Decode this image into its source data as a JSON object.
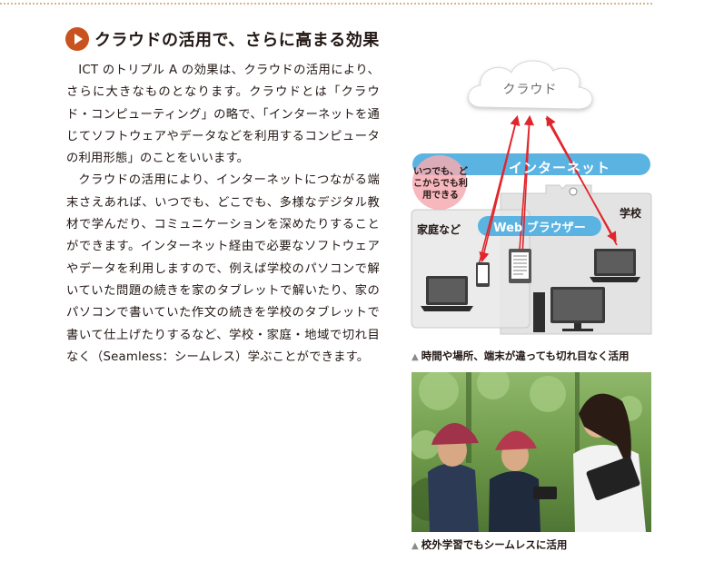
{
  "heading": {
    "title": "クラウドの活用で、さらに高まる効果",
    "icon": "play-circle-icon",
    "icon_color": "#c8531e"
  },
  "body": {
    "paragraphs": [
      "ICT のトリプル A の効果は、クラウドの活用により、さらに大きなものとなります。クラウドとは「クラウド・コンピューティング」の略で、「インターネットを通じてソフトウェアやデータなどを利用するコンピュータの利用形態」のことをいいます。",
      "クラウドの活用により、インターネットにつながる端末さえあれば、いつでも、どこでも、多様なデジタル教材で学んだり、コミュニケーションを深めたりすることができます。インターネット経由で必要なソフトウェアやデータを利用しますので、例えば学校のパソコンで解いていた問題の続きを家のタブレットで解いたり、家のパソコンで書いていた作文の続きを学校のタブレットで書いて仕上げたりするなど、学校・家庭・地域で切れ目なく（Seamless：シームレス）学ぶことができます。"
    ]
  },
  "diagram": {
    "cloud_label": "クラウド",
    "internet_label": "インターネット",
    "anywhere_label": "いつでも、どこからでも利用できる",
    "school_label": "学校",
    "home_label": "家庭など",
    "browser_label": "Web ブラウザー",
    "colors": {
      "internet_bar": "#5bb3e2",
      "arrow": "#e0262c",
      "anywhere_circle": "#f4aab1",
      "zone_fill": "#e6e6e6"
    }
  },
  "captions": {
    "diagram": "時間や場所、端末が違っても切れ目なく活用",
    "photo": "校外学習でもシームレスに活用"
  }
}
